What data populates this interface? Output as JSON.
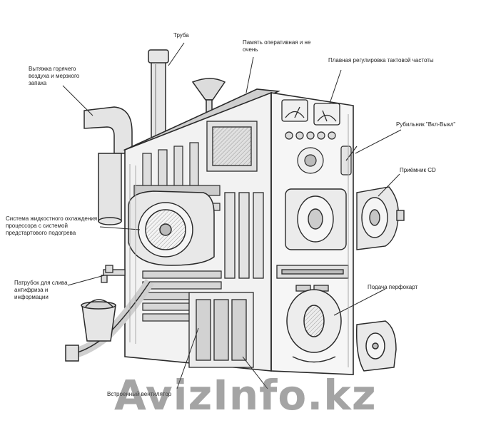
{
  "labels": {
    "truba": "Труба",
    "vytyazhka": "Вытяжка горячего воздуха и мерзкого запаха",
    "pamyat": "Память оперативная и не очень",
    "plavnaya": "Плавная регулировка тактовой частоты",
    "rubilnik": "Рубильник \"Вкл-Выкл\"",
    "priemnik": "Приёмник CD",
    "sistema": "Система жидкостного охлаждения процессора с системой предстартового подогрева",
    "patrubok": "Патрубок для слива антифриза и информации",
    "podiv": "Подача перфокарт",
    "vstroenny": "Встроенный вентилятор"
  },
  "watermark": "AvizInfo.kz",
  "colors": {
    "line": "#2a2a2a",
    "shade": "#cfcfcf",
    "light": "#ededed"
  }
}
